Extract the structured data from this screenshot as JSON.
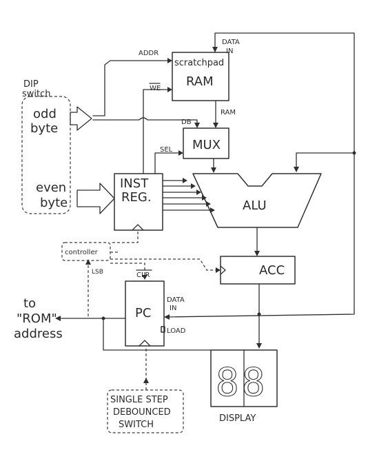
{
  "labels": {
    "dip_switch_line1": "DIP",
    "dip_switch_line2": "switch",
    "odd_byte_line1": "odd",
    "odd_byte_line2": "byte",
    "even_byte_line1": "even",
    "even_byte_line2": "byte",
    "addr": "ADDR",
    "data_in_top_line1": "DATA",
    "data_in_top_line2": "IN",
    "scratchpad": "scratchpad",
    "ram": "RAM",
    "we": "WE",
    "db": "DB",
    "ram_out": "RAM",
    "mux": "MUX",
    "sel": "SEL",
    "inst_reg_line1": "INST",
    "inst_reg_line2": "REG.",
    "alu": "ALU",
    "controller": "controller",
    "acc": "ACC",
    "lsb": "LSB",
    "clr": "CLR",
    "pc": "PC",
    "data_in_pc_line1": "DATA",
    "data_in_pc_line2": "IN",
    "load": "LOAD",
    "to": "to",
    "rom": "\"ROM\"",
    "address": "address",
    "display_digits": "88",
    "display": "DISPLAY",
    "single_step_line1": "SINGLE STEP",
    "single_step_line2": "DEBOUNCED",
    "single_step_line3": "SWITCH"
  }
}
